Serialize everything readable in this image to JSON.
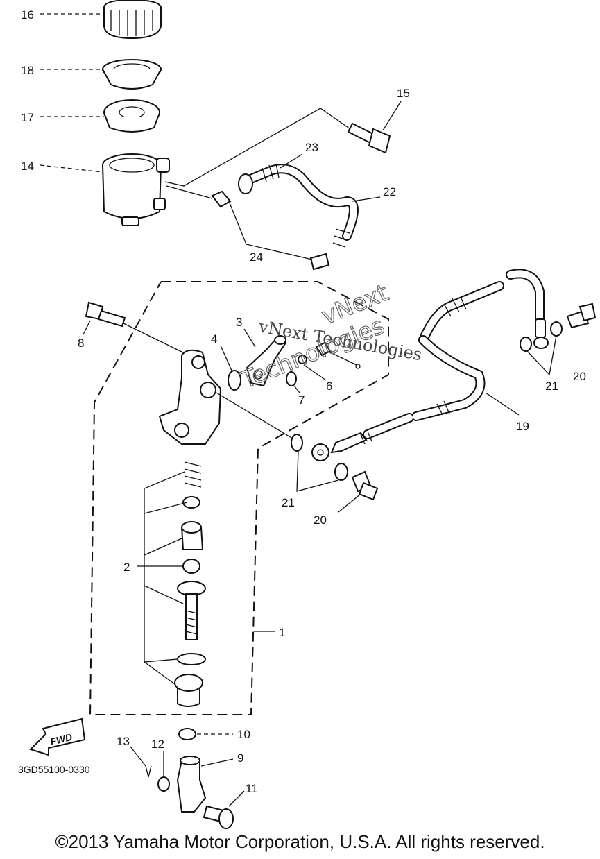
{
  "labels": {
    "l1": "1",
    "l2": "2",
    "l3": "3",
    "l4": "4",
    "l6": "6",
    "l7": "7",
    "l8": "8",
    "l9": "9",
    "l10": "10",
    "l11": "11",
    "l12": "12",
    "l13": "13",
    "l14": "14",
    "l15": "15",
    "l16": "16",
    "l17": "17",
    "l18": "18",
    "l19": "19",
    "l20a": "20",
    "l20b": "20",
    "l21a": "21",
    "l21b": "21",
    "l22": "22",
    "l23": "23",
    "l24": "24"
  },
  "fwd": "FWD",
  "diagram_code": "3GD55100-0330",
  "watermark": {
    "line1": "vNext Technologies",
    "line2a": "vNext",
    "line2b": "Technologies"
  },
  "copyright": "©2013 Yamaha Motor Corporation, U.S.A. All rights reserved."
}
